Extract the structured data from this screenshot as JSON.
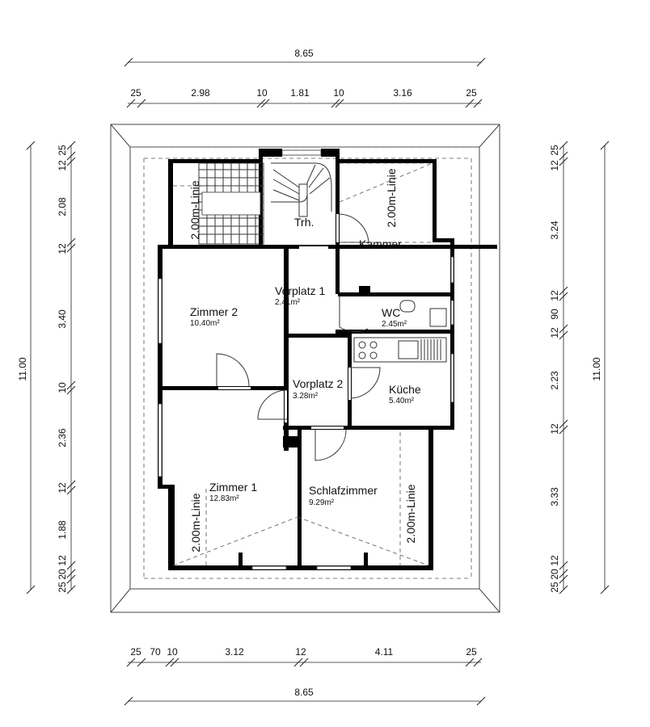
{
  "dimensions": {
    "top_overall": "8.65",
    "top_segments": [
      "25",
      "2.98",
      "10",
      "1.81",
      "10",
      "3.16",
      "25"
    ],
    "bottom_segments": [
      "25",
      "70",
      "10",
      "3.12",
      "12",
      "4.11",
      "25"
    ],
    "bottom_overall": "8.65",
    "left_overall": "11.00",
    "left_segments": [
      "12",
      "25",
      "2.08",
      "12",
      "3.40",
      "10",
      "2.36",
      "12",
      "1.88",
      "20",
      "12",
      "25"
    ],
    "right_segments": [
      "12",
      "25",
      "3.24",
      "12",
      "90",
      "12",
      "2.23",
      "12",
      "3.33",
      "25",
      "20",
      "12"
    ],
    "right_overall": "11.00"
  },
  "rooms": [
    {
      "name": "Trh.",
      "area": ""
    },
    {
      "name": "Kammer",
      "area": ""
    },
    {
      "name": "Zimmer 2",
      "area": "10.40m²"
    },
    {
      "name": "Vorplatz 1",
      "area": "2.41m²"
    },
    {
      "name": "WC",
      "area": "2.45m²"
    },
    {
      "name": "Vorplatz 2",
      "area": "3.28m²"
    },
    {
      "name": "Küche",
      "area": "5.40m²"
    },
    {
      "name": "Zimmer 1",
      "area": "12.83m²"
    },
    {
      "name": "Schlafzimmer",
      "area": "9.29m²"
    }
  ],
  "height_lines": [
    "2.00m-Linie",
    "2.00m-Linie",
    "2.00m-Linie",
    "2.00m-Linie"
  ]
}
